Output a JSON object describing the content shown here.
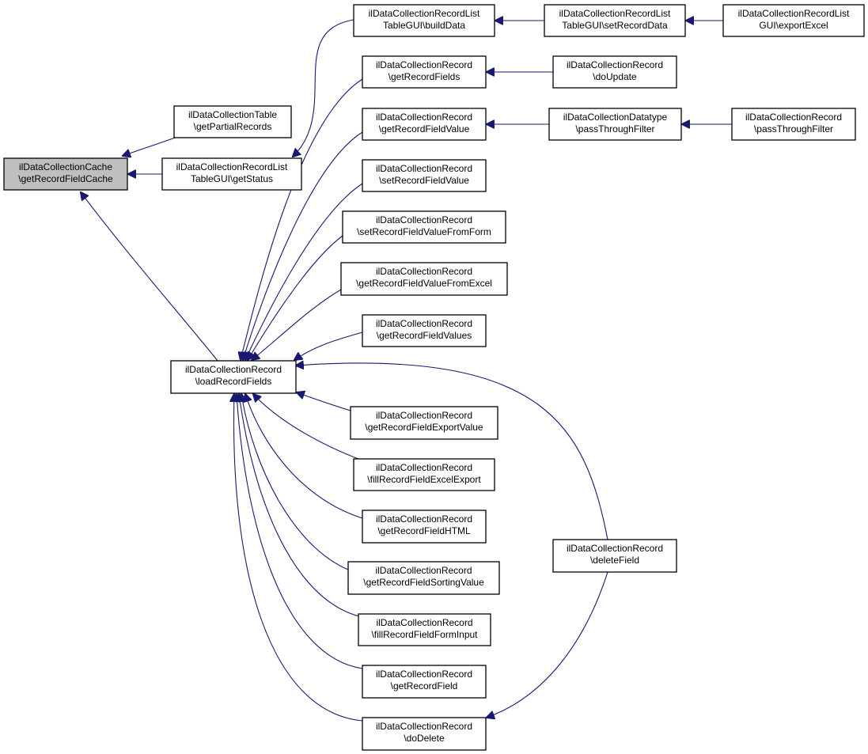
{
  "graph": {
    "nodes": [
      {
        "id": "cache",
        "lines": [
          "ilDataCollectionCache",
          "\\getRecordFieldCache"
        ],
        "highlight": true
      },
      {
        "id": "tablePartial",
        "lines": [
          "ilDataCollectionTable",
          "\\getPartialRecords"
        ]
      },
      {
        "id": "listStatus",
        "lines": [
          "ilDataCollectionRecordList",
          "TableGUI\\getStatus"
        ]
      },
      {
        "id": "loadFields",
        "lines": [
          "ilDataCollectionRecord",
          "\\loadRecordFields"
        ]
      },
      {
        "id": "buildData",
        "lines": [
          "ilDataCollectionRecordList",
          "TableGUI\\buildData"
        ]
      },
      {
        "id": "setRecordData",
        "lines": [
          "ilDataCollectionRecordList",
          "TableGUI\\setRecordData"
        ]
      },
      {
        "id": "exportExcel",
        "lines": [
          "ilDataCollectionRecordList",
          "GUI\\exportExcel"
        ]
      },
      {
        "id": "getRecordFields",
        "lines": [
          "ilDataCollectionRecord",
          "\\getRecordFields"
        ]
      },
      {
        "id": "doUpdate",
        "lines": [
          "ilDataCollectionRecord",
          "\\doUpdate"
        ]
      },
      {
        "id": "getFieldValue",
        "lines": [
          "ilDataCollectionRecord",
          "\\getRecordFieldValue"
        ]
      },
      {
        "id": "dtPassThrough",
        "lines": [
          "ilDataCollectionDatatype",
          "\\passThroughFilter"
        ]
      },
      {
        "id": "recPassThrough",
        "lines": [
          "ilDataCollectionRecord",
          "\\passThroughFilter"
        ]
      },
      {
        "id": "setFieldValue",
        "lines": [
          "ilDataCollectionRecord",
          "\\setRecordFieldValue"
        ]
      },
      {
        "id": "setFromForm",
        "lines": [
          "ilDataCollectionRecord",
          "\\setRecordFieldValueFromForm"
        ]
      },
      {
        "id": "getFromExcel",
        "lines": [
          "ilDataCollectionRecord",
          "\\getRecordFieldValueFromExcel"
        ]
      },
      {
        "id": "getFieldValues",
        "lines": [
          "ilDataCollectionRecord",
          "\\getRecordFieldValues"
        ]
      },
      {
        "id": "exportValue",
        "lines": [
          "ilDataCollectionRecord",
          "\\getRecordFieldExportValue"
        ]
      },
      {
        "id": "fillExcel",
        "lines": [
          "ilDataCollectionRecord",
          "\\fillRecordFieldExcelExport"
        ]
      },
      {
        "id": "fieldHTML",
        "lines": [
          "ilDataCollectionRecord",
          "\\getRecordFieldHTML"
        ]
      },
      {
        "id": "sortingValue",
        "lines": [
          "ilDataCollectionRecord",
          "\\getRecordFieldSortingValue"
        ]
      },
      {
        "id": "fillForm",
        "lines": [
          "ilDataCollectionRecord",
          "\\fillRecordFieldFormInput"
        ]
      },
      {
        "id": "getField",
        "lines": [
          "ilDataCollectionRecord",
          "\\getRecordField"
        ]
      },
      {
        "id": "doDelete",
        "lines": [
          "ilDataCollectionRecord",
          "\\doDelete"
        ]
      },
      {
        "id": "deleteField",
        "lines": [
          "ilDataCollectionRecord",
          "\\deleteField"
        ]
      }
    ],
    "edges": [
      {
        "from": "tablePartial",
        "to": "cache"
      },
      {
        "from": "listStatus",
        "to": "cache"
      },
      {
        "from": "loadFields",
        "to": "cache"
      },
      {
        "from": "buildData",
        "to": "listStatus"
      },
      {
        "from": "setRecordData",
        "to": "buildData"
      },
      {
        "from": "exportExcel",
        "to": "setRecordData"
      },
      {
        "from": "doUpdate",
        "to": "getRecordFields"
      },
      {
        "from": "dtPassThrough",
        "to": "getFieldValue"
      },
      {
        "from": "recPassThrough",
        "to": "dtPassThrough"
      },
      {
        "from": "getRecordFields",
        "to": "loadFields"
      },
      {
        "from": "getFieldValue",
        "to": "loadFields"
      },
      {
        "from": "setFieldValue",
        "to": "loadFields"
      },
      {
        "from": "setFromForm",
        "to": "loadFields"
      },
      {
        "from": "getFromExcel",
        "to": "loadFields"
      },
      {
        "from": "getFieldValues",
        "to": "loadFields"
      },
      {
        "from": "exportValue",
        "to": "loadFields"
      },
      {
        "from": "fillExcel",
        "to": "loadFields"
      },
      {
        "from": "fieldHTML",
        "to": "loadFields"
      },
      {
        "from": "sortingValue",
        "to": "loadFields"
      },
      {
        "from": "fillForm",
        "to": "loadFields"
      },
      {
        "from": "getField",
        "to": "loadFields"
      },
      {
        "from": "doDelete",
        "to": "loadFields"
      },
      {
        "from": "deleteField",
        "to": "loadFields"
      },
      {
        "from": "deleteField",
        "to": "doDelete"
      }
    ]
  }
}
